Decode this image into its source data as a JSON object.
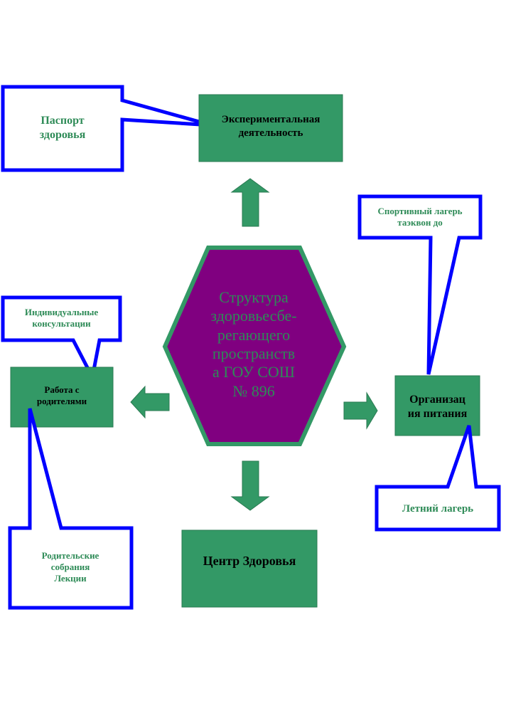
{
  "center": {
    "title": "Структура\nздоровьесбе-\nрегающего\nпространств\nа ГОУ СОШ\n№ 896"
  },
  "boxes": {
    "experimental": "Экспериментальная\nдеятельность",
    "parents_work": "Работа с\nродителями",
    "nutrition": "Организац\nия питания",
    "health_center": "Центр Здоровья"
  },
  "callouts": {
    "health_passport": "Паспорт\nздоровья",
    "individual_consultations": "Индивидуальные\nконсультации",
    "sport_camp": "Спортивный лагерь\nтаэквон до",
    "summer_camp": "Летний лагерь",
    "parent_meetings": "Родительские\nсобрания\nЛекции"
  },
  "colors": {
    "box_fill": "#339966",
    "hexagon_fill": "#800080",
    "hexagon_border": "#339966",
    "callout_border": "#0000ff",
    "callout_text": "#339966",
    "box_text": "#000000",
    "arrow_fill": "#339966"
  }
}
